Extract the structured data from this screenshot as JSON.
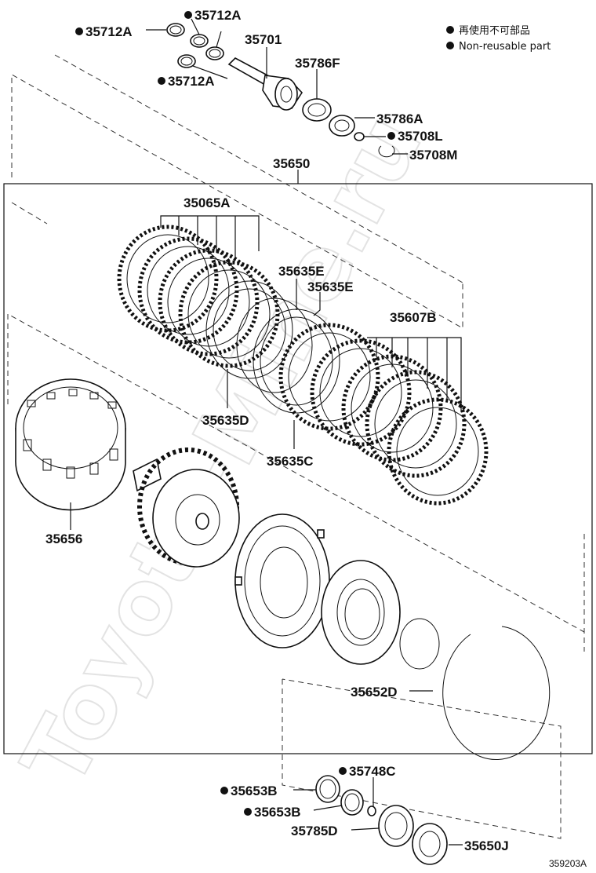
{
  "legend": {
    "non_reusable_ja": "再使用不可部品",
    "non_reusable_en": "Non-reusable part"
  },
  "watermark": "Toyota-Mine.ru",
  "figure_id": "359203A",
  "parts": {
    "p35712a_1": "35712A",
    "p35712a_2": "35712A",
    "p35712a_3": "35712A",
    "p35701": "35701",
    "p35786f": "35786F",
    "p35786a": "35786A",
    "p35708l": "35708L",
    "p35708m": "35708M",
    "p35650": "35650",
    "p35065a": "35065A",
    "p35635e_1": "35635E",
    "p35635e_2": "35635E",
    "p35607b": "35607B",
    "p35635d": "35635D",
    "p35635c": "35635C",
    "p35656": "35656",
    "p35652d": "35652D",
    "p35748c": "35748C",
    "p35653b_1": "35653B",
    "p35653b_2": "35653B",
    "p35785d": "35785D",
    "p35650j": "35650J"
  }
}
